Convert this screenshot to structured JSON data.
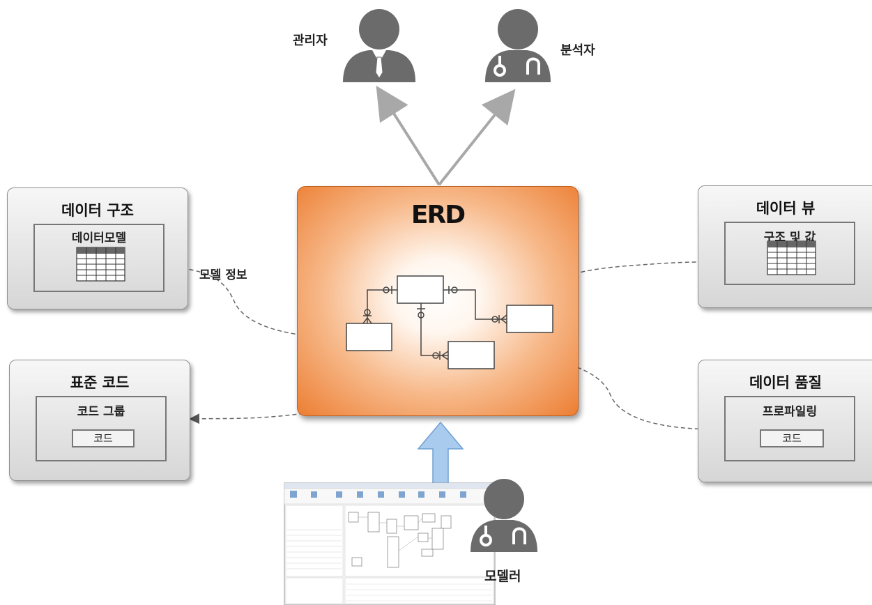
{
  "roles": {
    "admin": "관리자",
    "analyst": "분석자",
    "modeler": "모델러"
  },
  "erd": {
    "title": "ERD"
  },
  "panels": {
    "data_structure": {
      "title": "데이터 구조",
      "inner_title": "데이터모델"
    },
    "standard_code": {
      "title": "표준 코드",
      "inner_title": "코드 그룹",
      "item": "코드"
    },
    "data_view": {
      "title": "데이터 뷰",
      "inner_title": "구조 및 값"
    },
    "data_quality": {
      "title": "데이터 품질",
      "inner_title": "프로파일링",
      "item": "코드"
    }
  },
  "connectors": {
    "model_info": "모델 정보"
  },
  "colors": {
    "erd_orange": "#ec7e33",
    "arrow_blue": "#9dc3e6",
    "person_gray": "#6b6b6b"
  }
}
